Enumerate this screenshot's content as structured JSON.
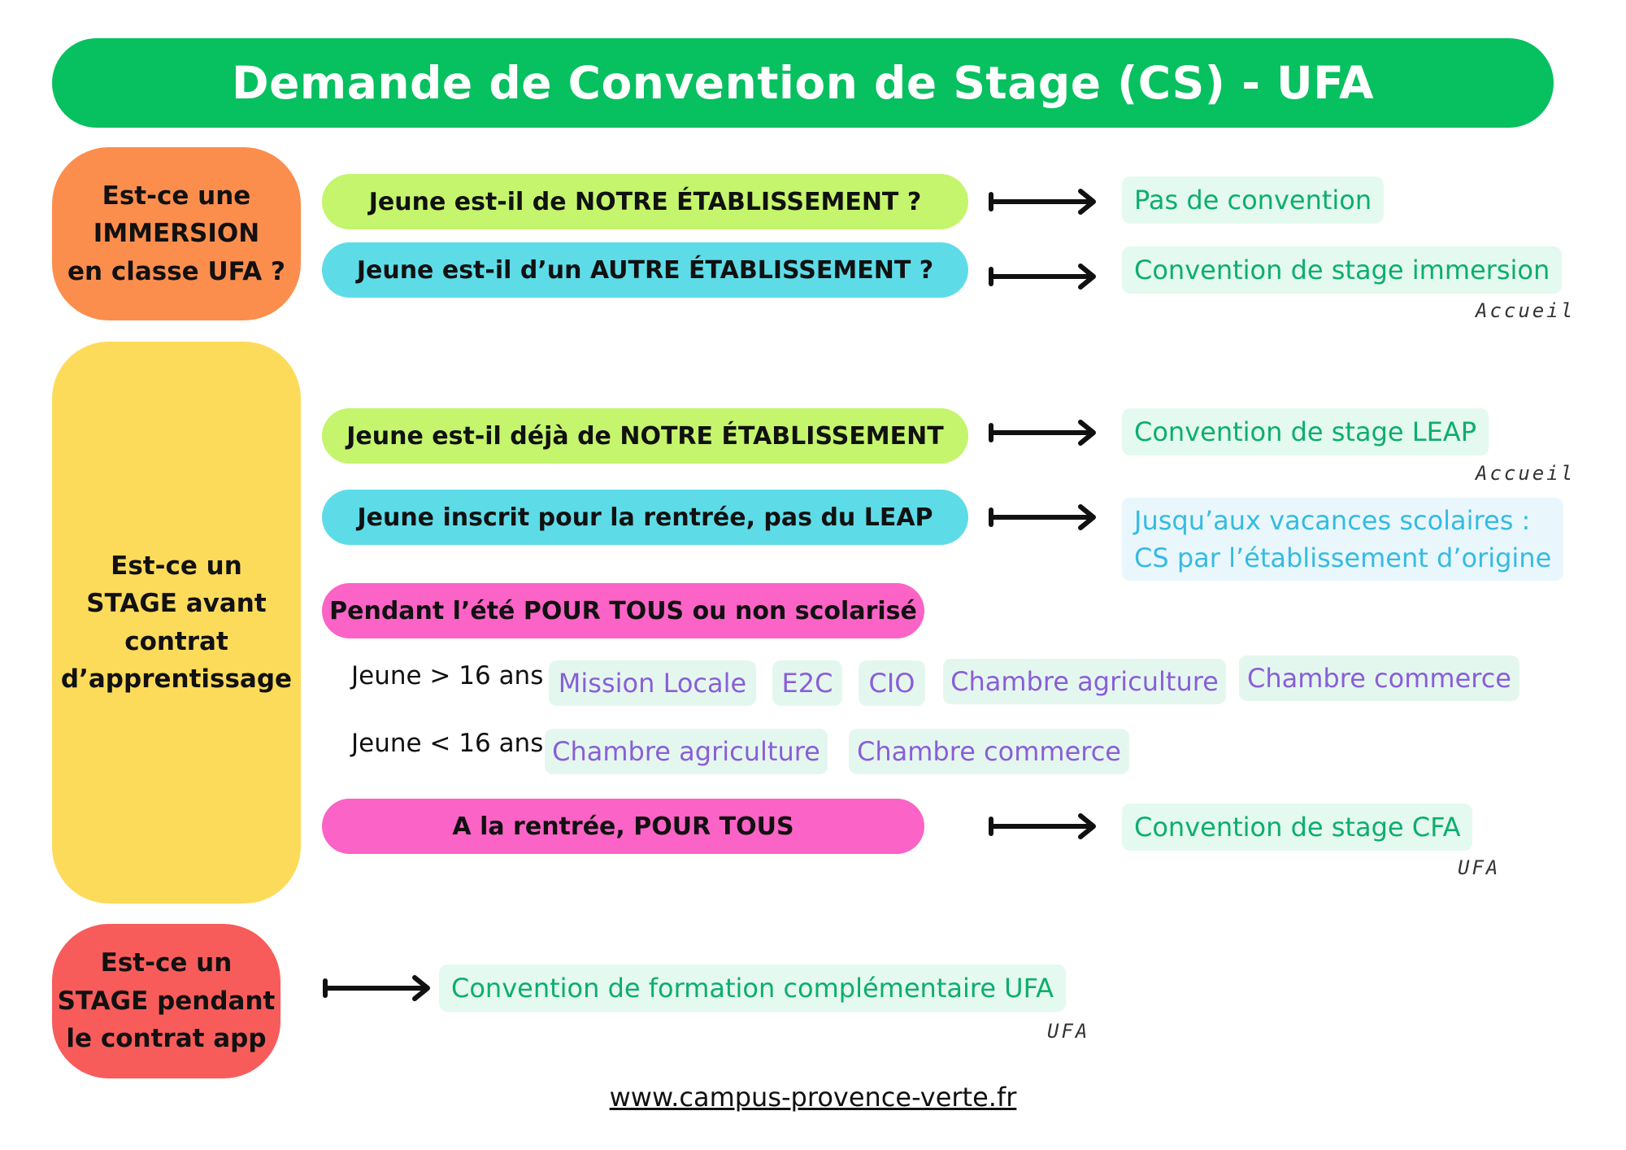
{
  "title": "Demande de Convention de Stage (CS) - UFA",
  "colors": {
    "title_bar": "#07c05f",
    "immersion_box": "#fc8e4d",
    "stage_avant_box": "#fddb5a",
    "stage_pendant_box": "#f75c5b",
    "pill_lime": "#c4f56c",
    "pill_cyan": "#5ddce8",
    "pill_pink": "#fb63c6",
    "result_green_text": "#0cae6e",
    "result_blue_text": "#35bbe2",
    "org_text": "#8a5ed8"
  },
  "sections": {
    "immersion": {
      "question": "Est-ce une\nIMMERSION\nen classe UFA ?",
      "cases": [
        {
          "label": "Jeune est-il de NOTRE ÉTABLISSEMENT ?",
          "result": "Pas de convention"
        },
        {
          "label": "Jeune est-il d’un AUTRE ÉTABLISSEMENT ?",
          "result": "Convention de stage immersion",
          "note": "Accueil"
        }
      ]
    },
    "stage_avant": {
      "question": "Est-ce un\nSTAGE avant\ncontrat\nd’apprentissage",
      "cases": [
        {
          "label": "Jeune est-il déjà de NOTRE ÉTABLISSEMENT",
          "result": "Convention de stage LEAP",
          "note": "Accueil"
        },
        {
          "label": "Jeune inscrit pour la rentrée, pas du LEAP",
          "result": "Jusqu’aux vacances scolaires :\nCS par l’établissement d’origine"
        }
      ],
      "summer": {
        "label": "Pendant l’été POUR TOUS ou non scolarisé",
        "over_16": {
          "label": "Jeune > 16 ans",
          "orgs": [
            "Mission Locale",
            "E2C",
            "CIO",
            "Chambre agriculture",
            "Chambre commerce"
          ]
        },
        "under_16": {
          "label": "Jeune < 16 ans",
          "orgs": [
            "Chambre agriculture",
            "Chambre commerce"
          ]
        }
      },
      "rentree": {
        "label": "A la rentrée, POUR TOUS",
        "result": "Convention de stage CFA",
        "note": "UFA"
      }
    },
    "stage_pendant": {
      "question": "Est-ce un\nSTAGE pendant\nle contrat app",
      "result": "Convention de formation complémentaire UFA",
      "note": "UFA"
    }
  },
  "footer": {
    "website": "www.campus-provence-verte.fr"
  }
}
